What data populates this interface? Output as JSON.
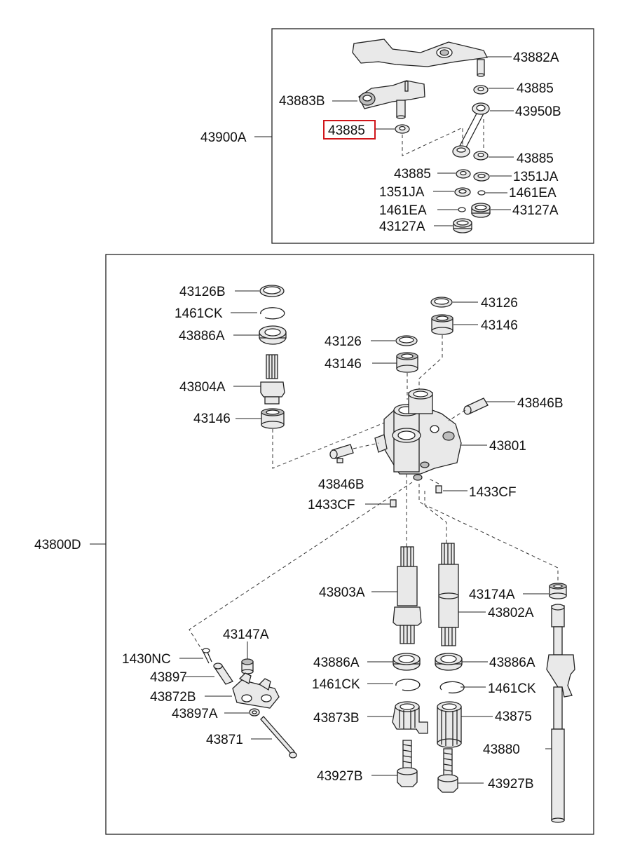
{
  "assemblies": {
    "upper": "43900A",
    "lower": "43800D"
  },
  "upper_labels": {
    "l43882A": "43882A",
    "l43885_a": "43885",
    "l43883B": "43883B",
    "l43950B": "43950B",
    "l43885_sel": "43885",
    "l43885_b": "43885",
    "l43885_c": "43885",
    "l1351JA_r": "1351JA",
    "l1351JA_l": "1351JA",
    "l1461EA_r": "1461EA",
    "l1461EA_l": "1461EA",
    "l43127A_r": "43127A",
    "l43127A_l": "43127A"
  },
  "lower_labels": {
    "l43126B": "43126B",
    "l1461CK_a": "1461CK",
    "l43886A_a": "43886A",
    "l43126_r": "43126",
    "l43146_r": "43146",
    "l43126_m": "43126",
    "l43146_m": "43146",
    "l43804A": "43804A",
    "l43846B_r": "43846B",
    "l43146_l": "43146",
    "l43801": "43801",
    "l43846B_l": "43846B",
    "l1433CF_r": "1433CF",
    "l1433CF_l": "1433CF",
    "l43803A": "43803A",
    "l43174A": "43174A",
    "l43802A": "43802A",
    "l43147A": "43147A",
    "l1430NC": "1430NC",
    "l43886A_b": "43886A",
    "l43886A_c": "43886A",
    "l43897": "43897",
    "l1461CK_b": "1461CK",
    "l1461CK_c": "1461CK",
    "l43872B": "43872B",
    "l43897A": "43897A",
    "l43873B": "43873B",
    "l43875": "43875",
    "l43871": "43871",
    "l43880": "43880",
    "l43927B_l": "43927B",
    "l43927B_r": "43927B"
  },
  "highlight_color": "#d0161b"
}
